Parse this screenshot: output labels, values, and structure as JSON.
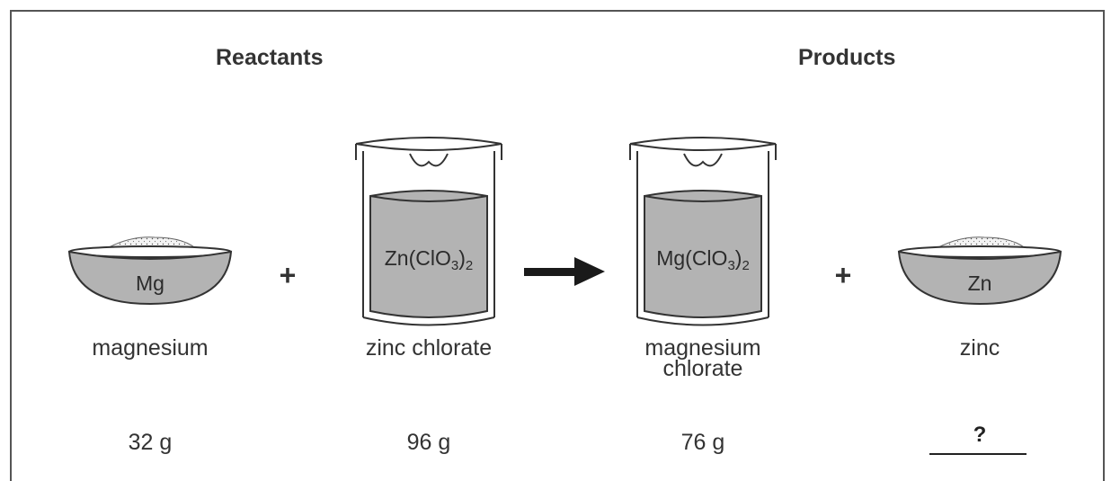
{
  "headings": {
    "reactants": "Reactants",
    "products": "Products"
  },
  "formulas": {
    "mg": "Mg",
    "zn_chlorate_prefix": "Zn(ClO",
    "zn_chlorate_sub1": "3",
    "zn_chlorate_close": ")",
    "zn_chlorate_sub2": "2",
    "mg_chlorate_prefix": "Mg(ClO",
    "mg_chlorate_sub1": "3",
    "mg_chlorate_close": ")",
    "mg_chlorate_sub2": "2",
    "zn": "Zn"
  },
  "symbols": {
    "plus_left": "+",
    "plus_right": "+"
  },
  "labels": {
    "magnesium": "magnesium",
    "zinc_chlorate": "zinc chlorate",
    "magnesium_chlorate_line1": "magnesium",
    "magnesium_chlorate_line2": "chlorate",
    "zinc": "zinc"
  },
  "masses": {
    "magnesium": "32 g",
    "zinc_chlorate": "96 g",
    "magnesium_chlorate": "76 g",
    "zinc": "?"
  },
  "colors": {
    "fill_gray": "#b3b3b3",
    "outline": "#333333",
    "arrow": "#1a1a1a"
  }
}
